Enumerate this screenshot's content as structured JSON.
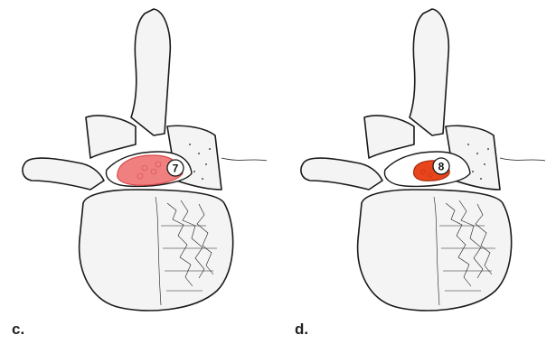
{
  "panels": [
    {
      "letter": "c.",
      "marker": "7",
      "highlight": "#f08080",
      "highlight_stroke": "#d94a4a"
    },
    {
      "letter": "d.",
      "marker": "8",
      "highlight": "#e8451c",
      "highlight_stroke": "#a8300f"
    }
  ],
  "colors": {
    "bone_fill": "#f4f4f4",
    "bone_stroke": "#1a1a1a",
    "canal_fill": "#ffffff"
  }
}
